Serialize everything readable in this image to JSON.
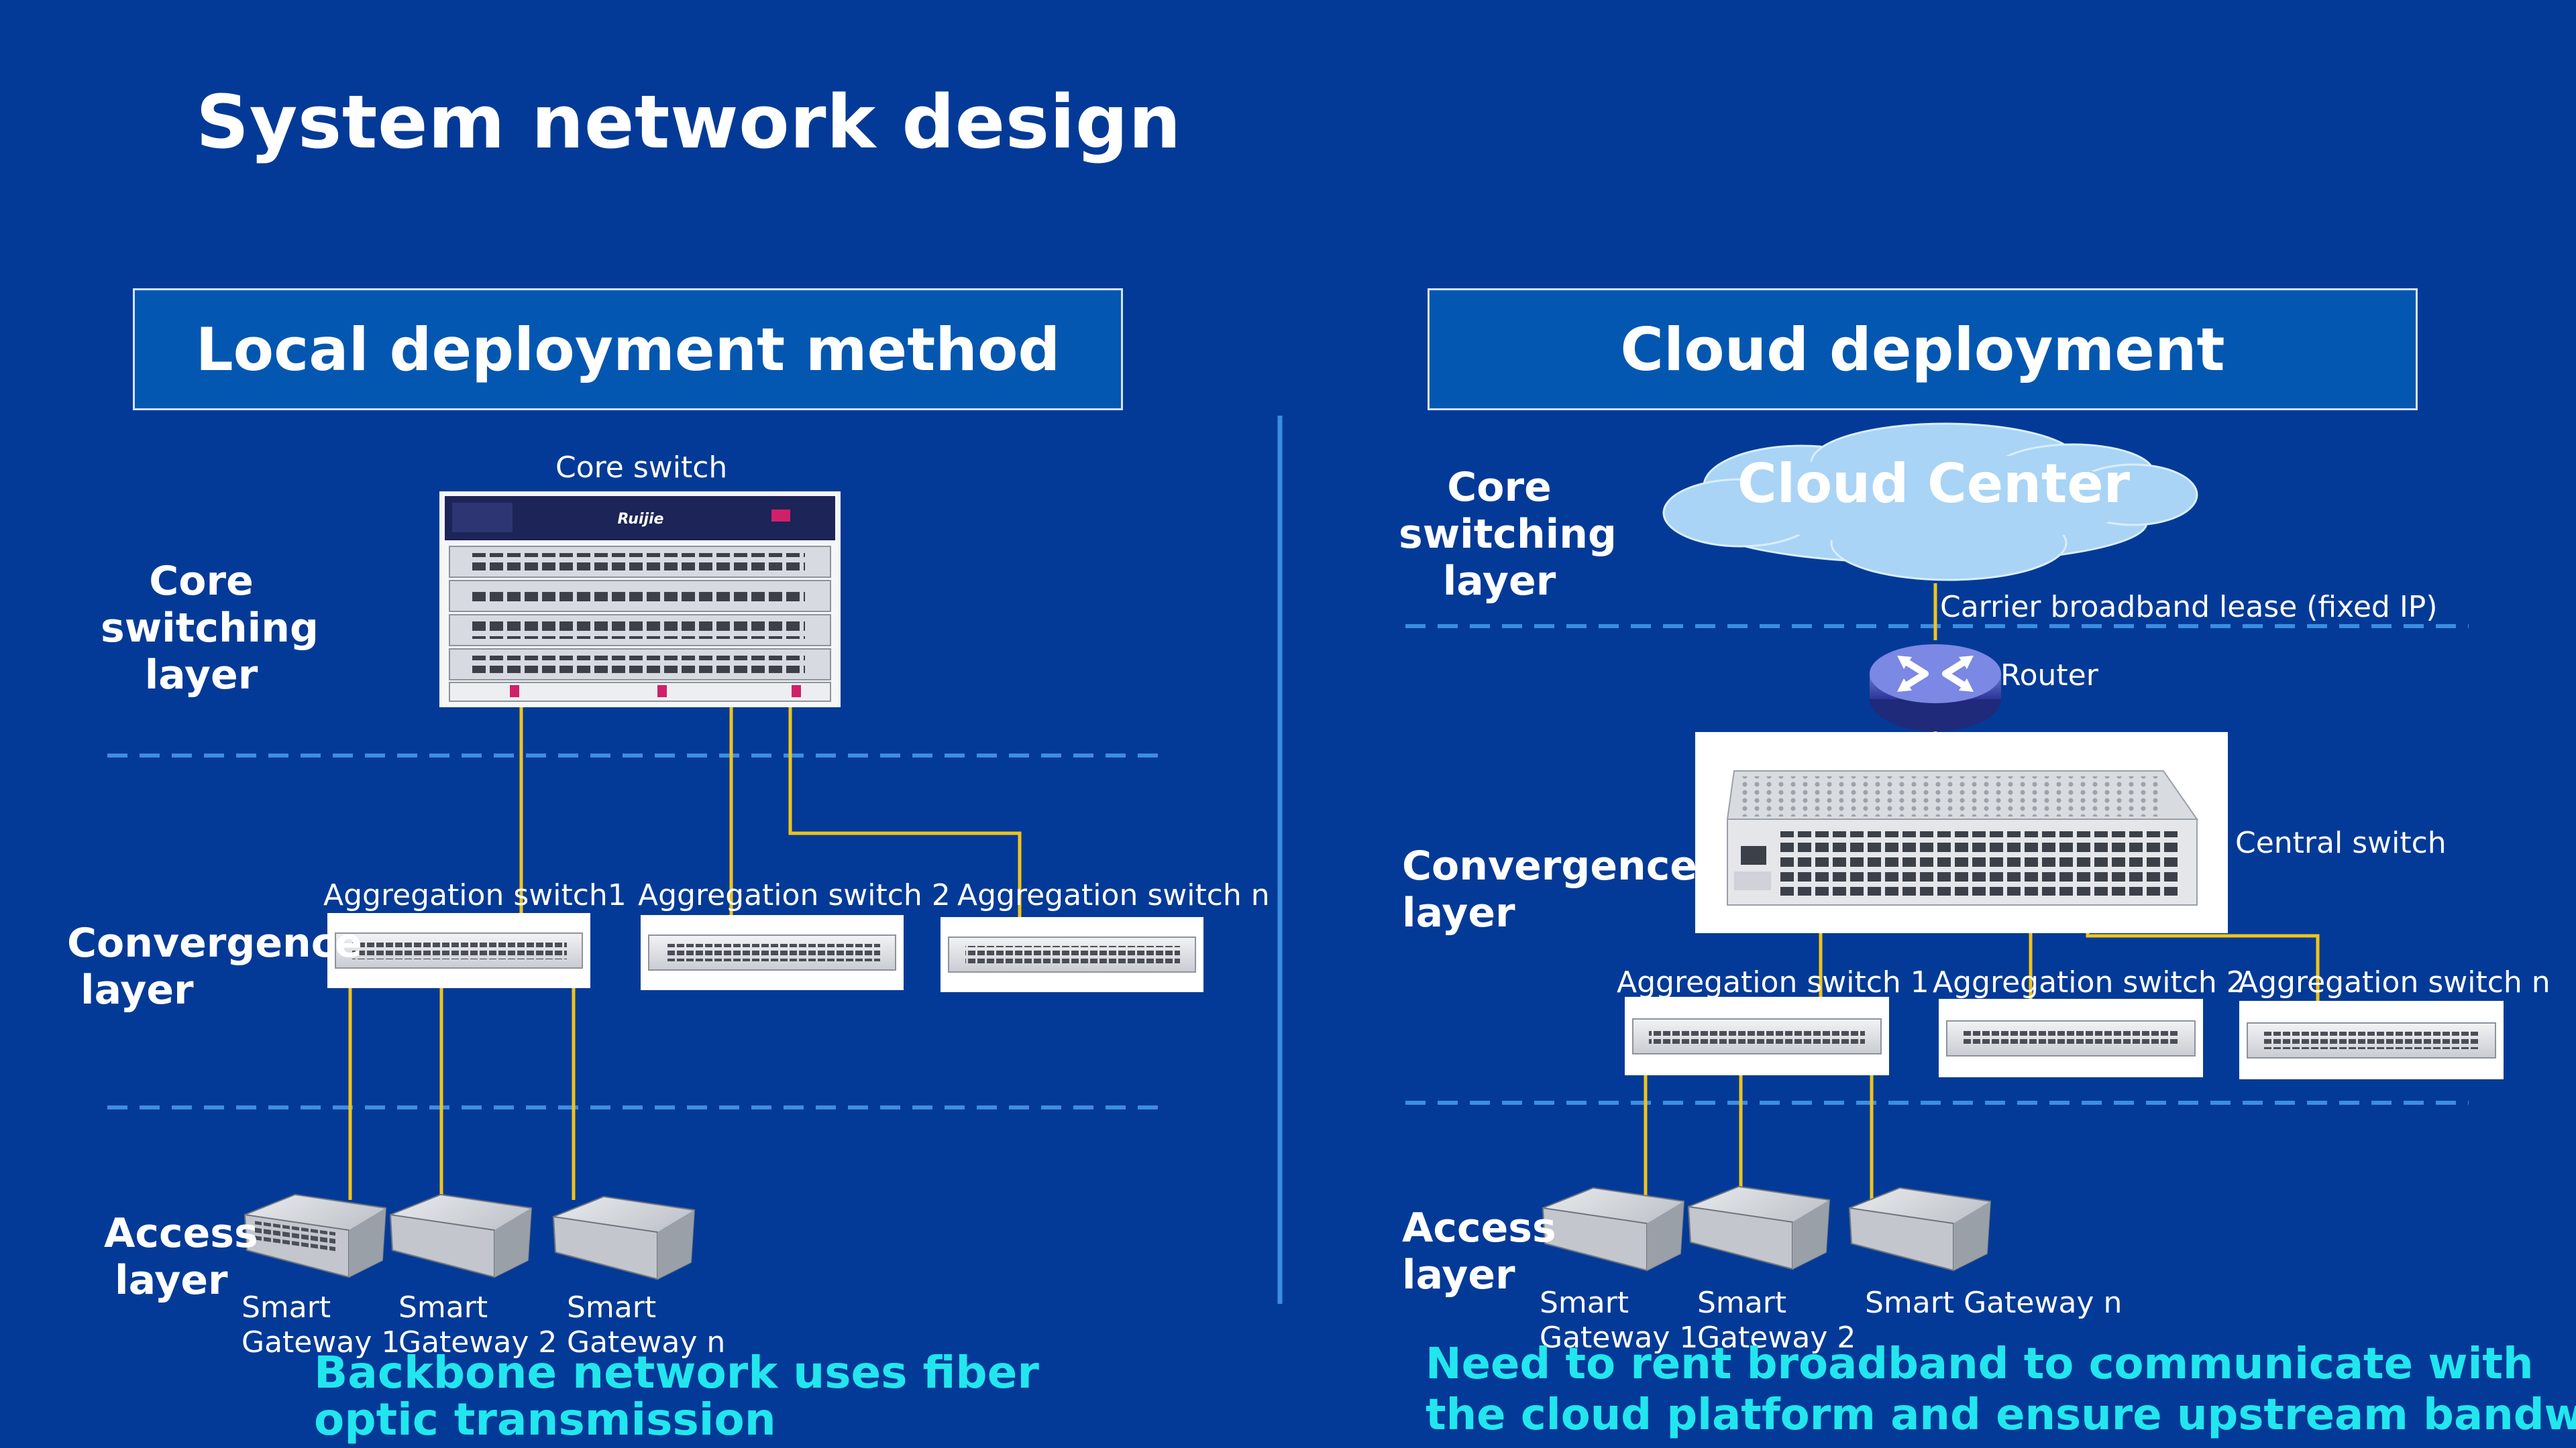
{
  "title": "System network design",
  "local": {
    "heading": "Local deployment method",
    "core_switch_label": "Core switch",
    "device_brand": "Ruijie",
    "layers": {
      "core": [
        "Core",
        "switching",
        "layer"
      ],
      "convergence": [
        "Convergence",
        "layer"
      ],
      "access": [
        "Access",
        "layer"
      ]
    },
    "aggregation": [
      "Aggregation switch1",
      "Aggregation switch 2",
      "Aggregation switch n"
    ],
    "gateways": [
      [
        "Smart",
        "Gateway 1"
      ],
      [
        "Smart",
        "Gateway 2"
      ],
      [
        "Smart",
        "Gateway n"
      ]
    ],
    "note": [
      "Backbone network uses fiber",
      "optic transmission"
    ]
  },
  "cloud": {
    "heading": "Cloud deployment",
    "cloud_center": "Cloud Center",
    "broadband_label": "Carrier broadband lease (fixed IP)",
    "router_label": "Router",
    "central_switch_label": "Central switch",
    "layers": {
      "core": [
        "Core",
        "switching",
        "layer"
      ],
      "convergence": [
        "Convergence",
        "layer"
      ],
      "access": [
        "Access",
        "layer"
      ]
    },
    "aggregation": [
      "Aggregation switch 1",
      "Aggregation switch 2",
      "Aggregation switch n"
    ],
    "gateways": [
      [
        "Smart",
        "Gateway 1"
      ],
      [
        "Smart",
        "Gateway 2"
      ],
      [
        "Smart Gateway n"
      ]
    ],
    "note": [
      "Need to rent broadband to communicate with",
      "the cloud platform and ensure upstream bandwidth"
    ]
  },
  "colors": {
    "background": "#043a97",
    "heading_box": "#0457b0",
    "connector": "#f0c419",
    "divider": "#3a8ee0",
    "note_text": "#22e6ee"
  }
}
